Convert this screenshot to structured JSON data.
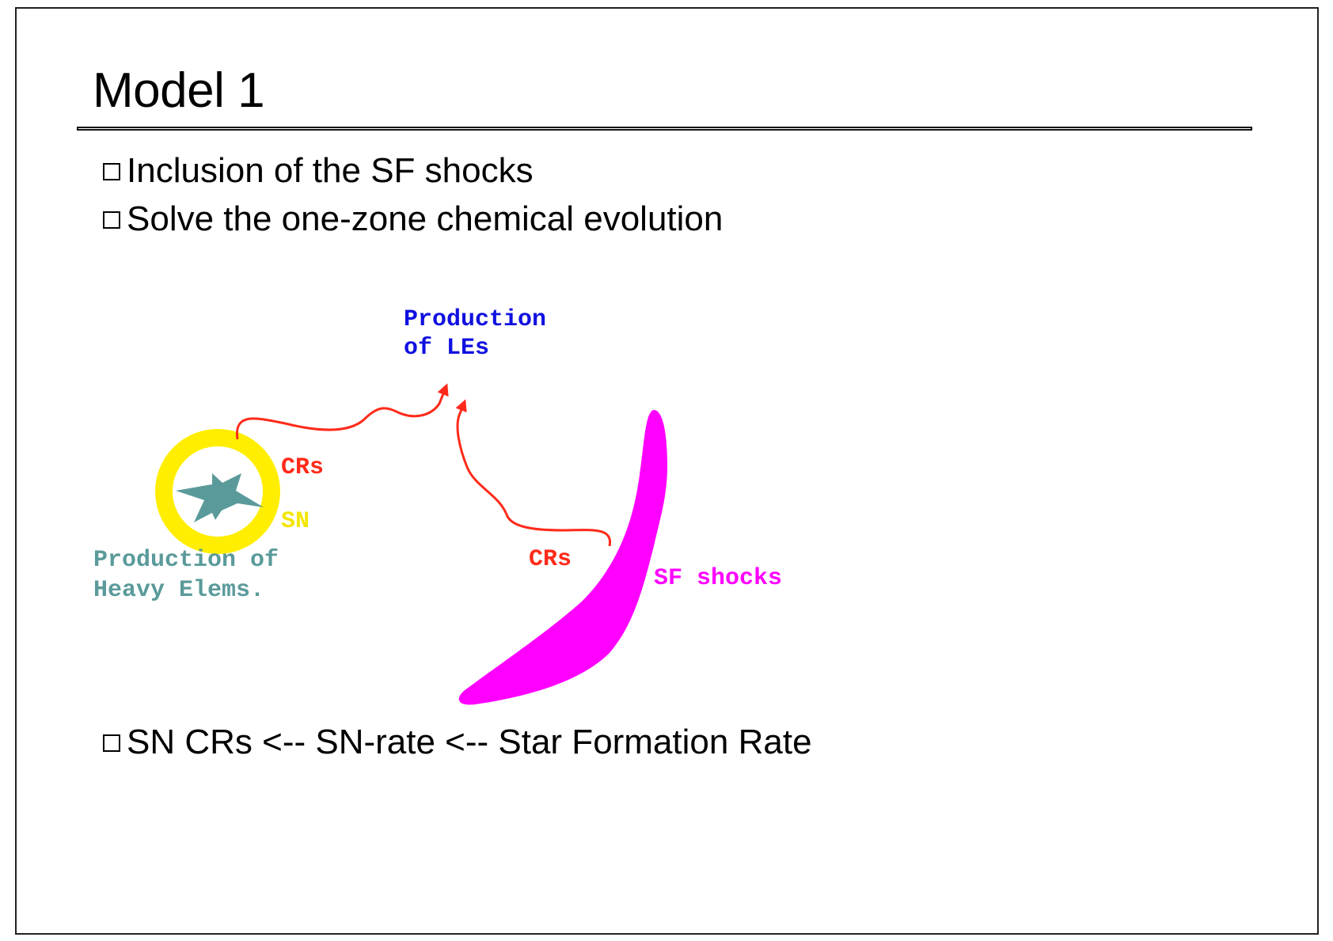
{
  "slide": {
    "title": "Model 1",
    "bullets": [
      "Inclusion of the SF shocks",
      "Solve the one-zone chemical evolution"
    ],
    "bottom_bullet": "SN CRs <-- SN-rate <-- Star Formation Rate"
  },
  "diagram": {
    "production_les": [
      "Production",
      "of LEs"
    ],
    "crs_upper": "CRs",
    "crs_lower": "CRs",
    "sn_label": "SN",
    "heavy_elems": [
      "Production of",
      "Heavy Elems."
    ],
    "sf_shocks": "SF shocks"
  },
  "colors": {
    "blue_label": "#1010e0",
    "red_arrow": "#ff2a1a",
    "yellow_ring": "#ffee00",
    "sn_text": "#f2e600",
    "teal": "#5b9a9a",
    "magenta": "#ff00ff"
  }
}
